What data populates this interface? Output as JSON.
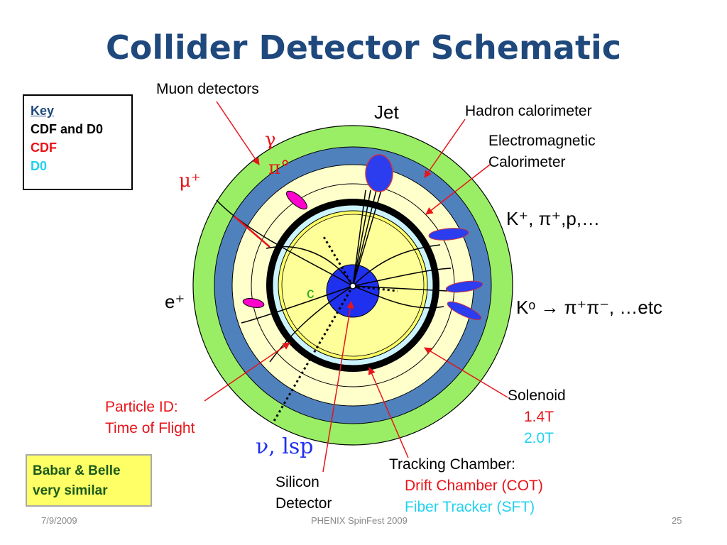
{
  "title": "Collider Detector Schematic",
  "key": {
    "heading": "Key",
    "both": "CDF and D0",
    "cdf": "CDF",
    "d0": "D0"
  },
  "labels": {
    "muon_detectors": "Muon detectors",
    "jet": "Jet",
    "hadron_calorimeter": "Hadron calorimeter",
    "em_calorimeter_line1": "Electromagnetic",
    "em_calorimeter_line2": "Calorimeter",
    "gamma": "γ",
    "pi0": "π°",
    "mu_plus": "μ⁺",
    "kaons_pions": "K⁺, π⁺,p,…",
    "e_plus": "e⁺",
    "c": "c",
    "k0_decay": "Kᵒ → π⁺π⁻, …etc",
    "particle_id_line1": "Particle ID:",
    "particle_id_line2": "Time of Flight",
    "solenoid": "Solenoid",
    "solenoid_cdf": "1.4T",
    "solenoid_d0": "2.0T",
    "nu_lsp": "ν, lsp",
    "silicon_line1": "Silicon",
    "silicon_line2": "Detector",
    "tracking_chamber": "Tracking Chamber:",
    "drift_chamber": "Drift Chamber (COT)",
    "fiber_tracker": "Fiber Tracker (SFT)"
  },
  "note": {
    "line1": "Babar & Belle",
    "line2": "very similar"
  },
  "footer": {
    "date": "7/9/2009",
    "event": "PHENIX SpinFest 2009",
    "page": "25"
  },
  "colors": {
    "title": "#1f497d",
    "muon_ring": "#99ee66",
    "hadron_ring": "#4f81bd",
    "em_ring": "#ffffcc",
    "solenoid": "#000000",
    "tof_ring": "#ccf4ff",
    "tracker": "#ffff66",
    "silicon": "#1f30ee",
    "cdf_red": "#e8141a",
    "d0_cyan": "#22d0f0",
    "note_bg": "#ffff66",
    "em_deposit": "#ff00cc",
    "hadron_deposit": "#2b3dee"
  }
}
